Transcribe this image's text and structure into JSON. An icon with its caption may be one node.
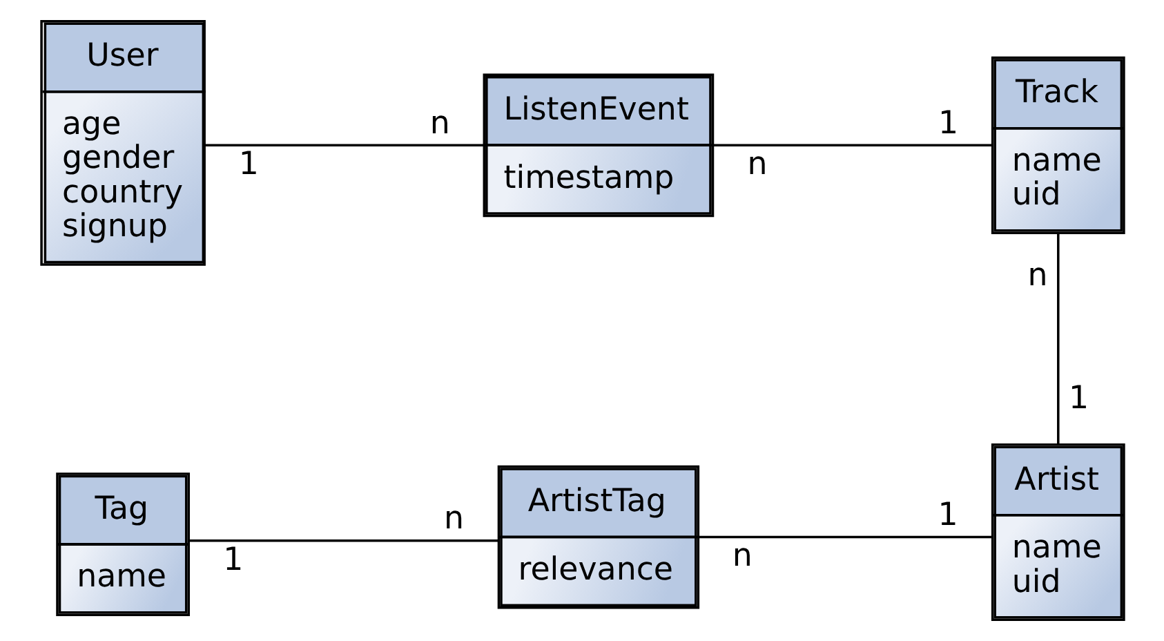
{
  "diagram": {
    "nodes": [
      {
        "text": [
          "User",
          "age",
          "gender",
          "country",
          "signup"
        ]
      },
      {
        "text": [
          "ListenEvent",
          "timestamp"
        ]
      },
      {
        "text": [
          "Track",
          "name",
          "uid"
        ]
      },
      {
        "text": [
          "Tag",
          "name"
        ]
      },
      {
        "text": [
          "ArtistTag",
          "relevance"
        ]
      },
      {
        "text": [
          "Artist",
          "name",
          "uid"
        ]
      }
    ],
    "edges": [
      {
        "from": 0,
        "to": 1,
        "arrow": "none"
      },
      {
        "from": 1,
        "to": 2,
        "arrow": "none"
      },
      {
        "from": 2,
        "to": 5,
        "arrow": "none"
      },
      {
        "from": 3,
        "to": 4,
        "arrow": "none"
      },
      {
        "from": 4,
        "to": 5,
        "arrow": "none"
      }
    ],
    "labels": [
      "1",
      "n",
      "n",
      "1",
      "n",
      "1",
      "1",
      "n",
      "n",
      "1"
    ]
  }
}
